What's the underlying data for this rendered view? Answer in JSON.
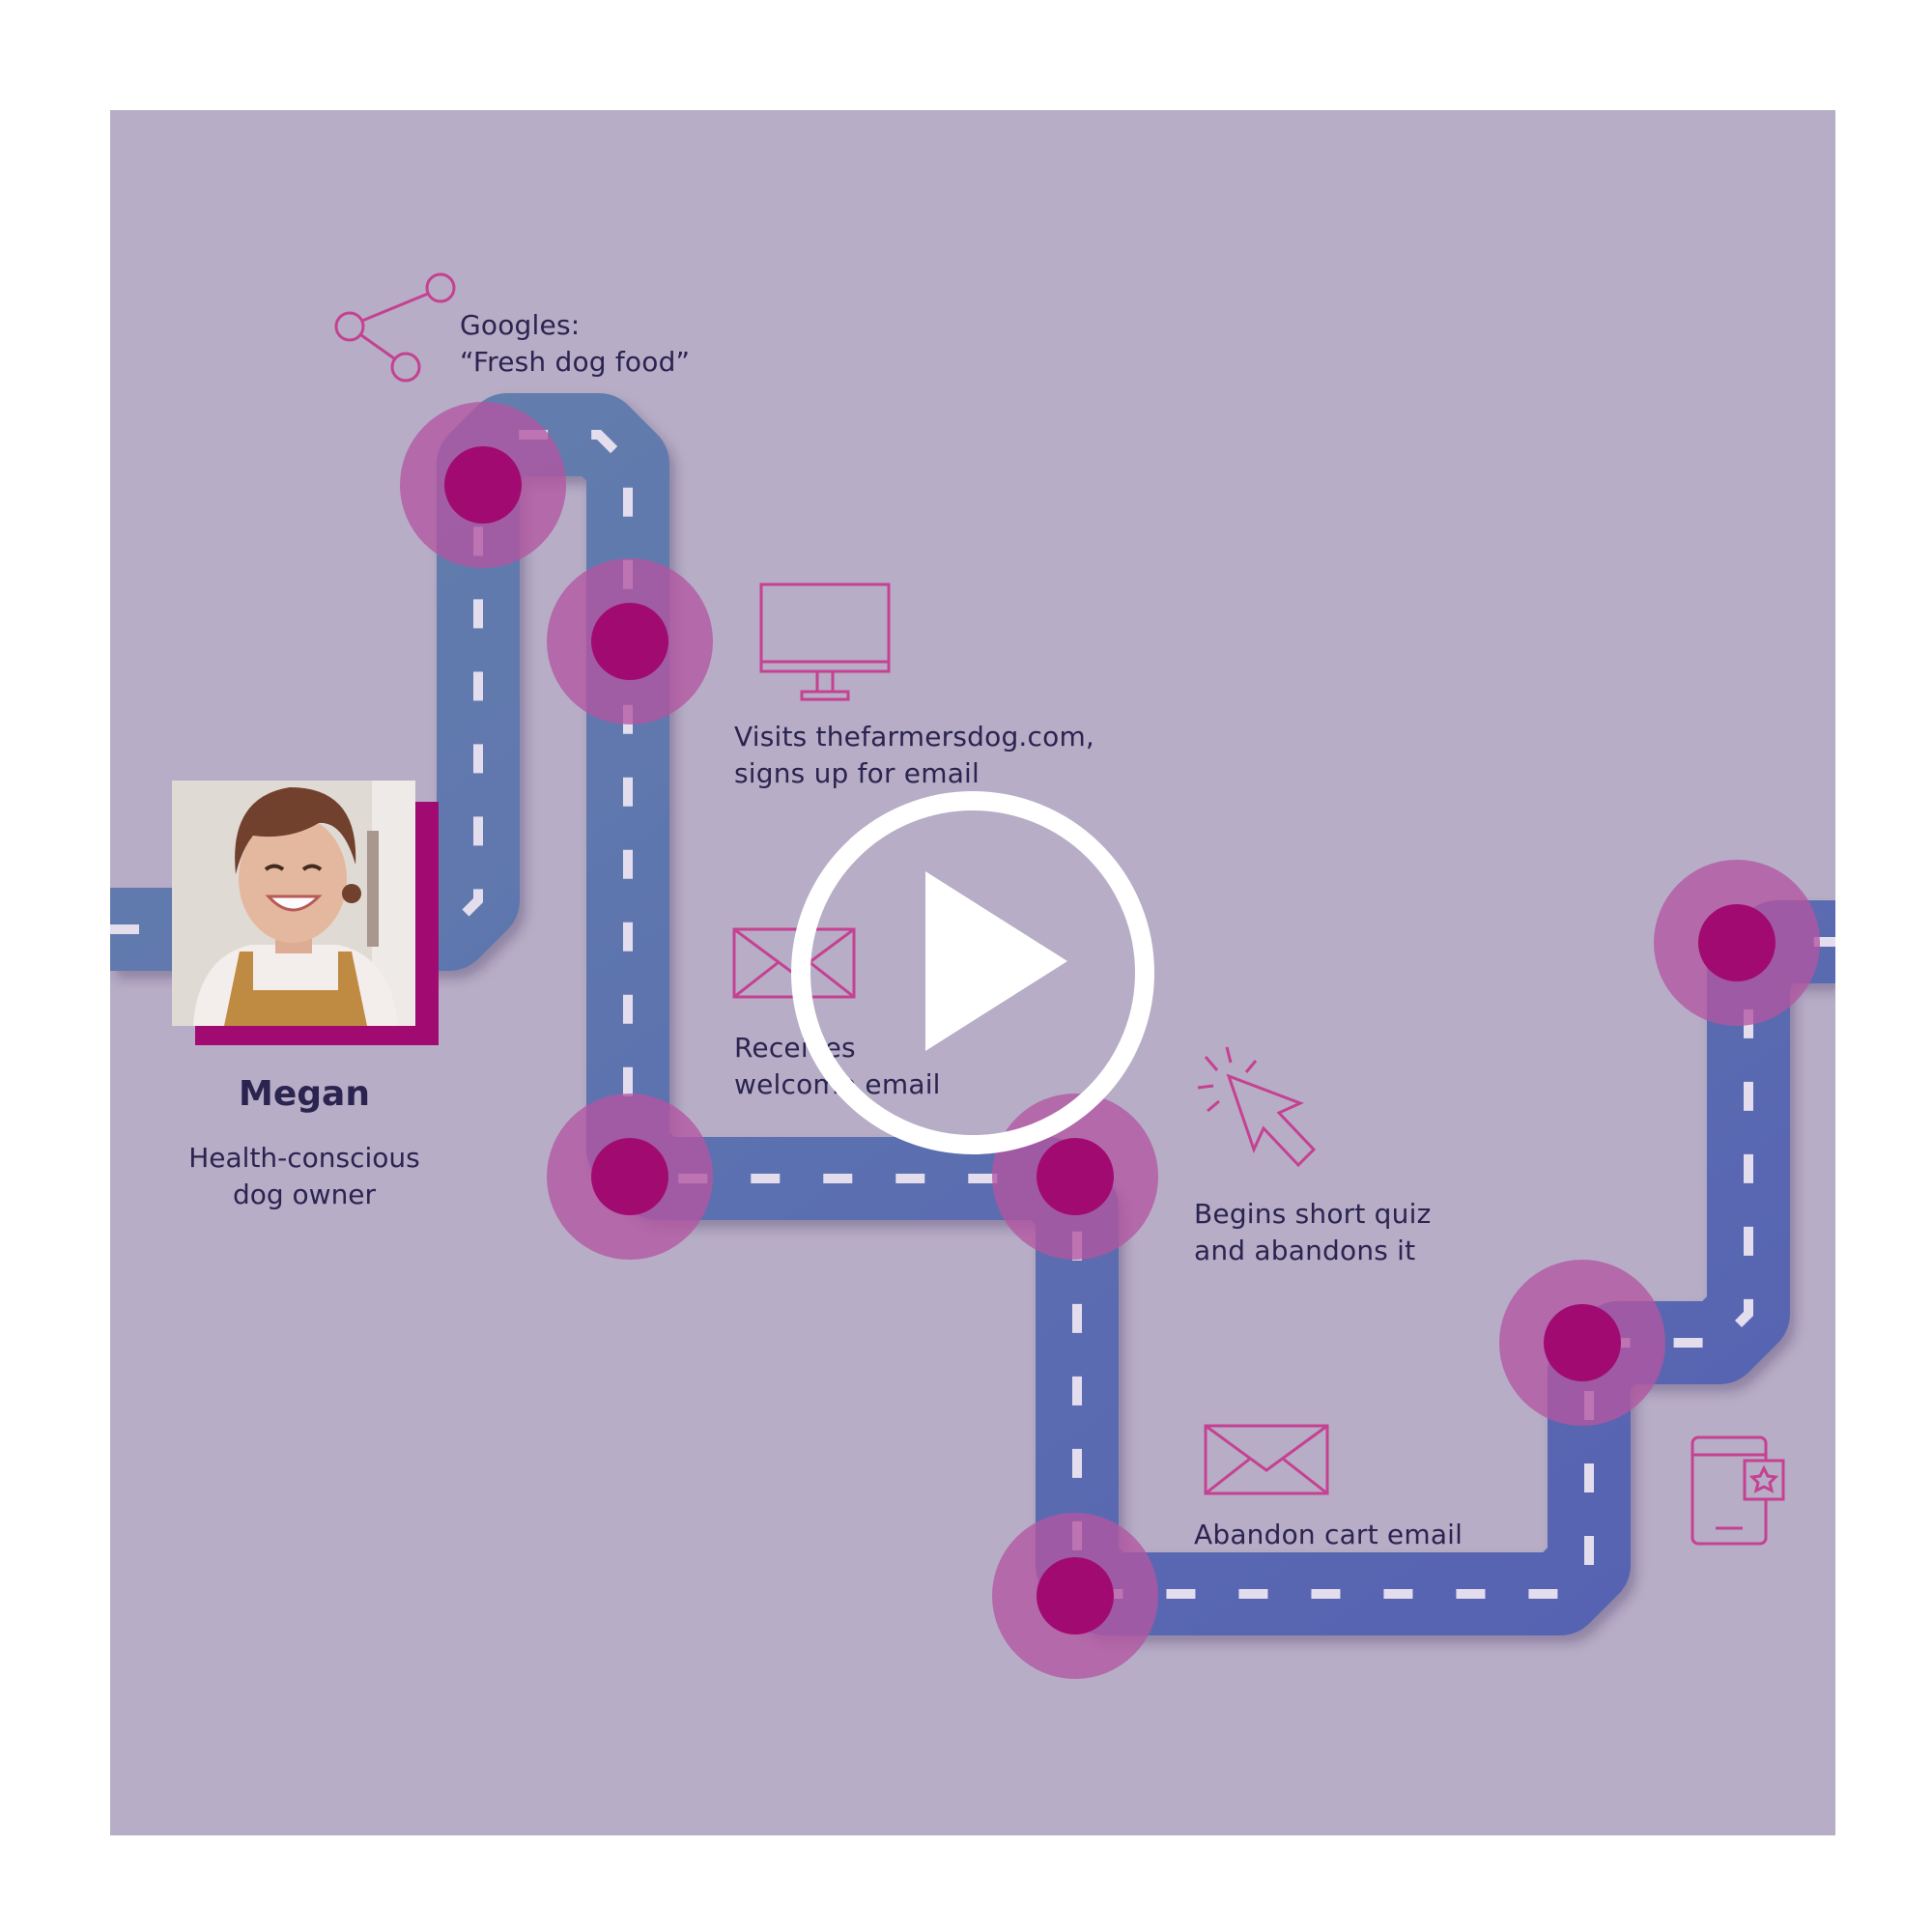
{
  "colors": {
    "background": "#b7aec6",
    "road_start": "#5f7eab",
    "road_end": "#4f5db2",
    "road_dash": "#e6e1f0",
    "stop_halo": "#b4519f",
    "stop_dot": "#a0026c",
    "icon": "#c63b8e",
    "text": "#2b2450",
    "persona_accent": "#a0026c",
    "play": "#ffffff"
  },
  "persona": {
    "name": "Megan",
    "description_lines": [
      "Health-conscious",
      "dog owner"
    ]
  },
  "steps": [
    {
      "id": "google",
      "icon": "share-nodes-icon",
      "lines": [
        "Googles:",
        "“Fresh dog food”"
      ]
    },
    {
      "id": "visit",
      "icon": "monitor-icon",
      "lines": [
        "Visits thefarmersdog.com,",
        "signs up for email"
      ]
    },
    {
      "id": "welcome",
      "icon": "envelope-icon",
      "lines": [
        "Receives",
        "welcome email"
      ]
    },
    {
      "id": "quiz",
      "icon": "cursor-click-icon",
      "lines": [
        "Begins short quiz",
        "and abandons it"
      ]
    },
    {
      "id": "cart",
      "icon": "envelope-icon",
      "lines": [
        "Abandon cart email"
      ]
    },
    {
      "id": "app",
      "icon": "tablet-star-icon",
      "lines": []
    }
  ],
  "video": {
    "control_icon": "play-icon"
  }
}
